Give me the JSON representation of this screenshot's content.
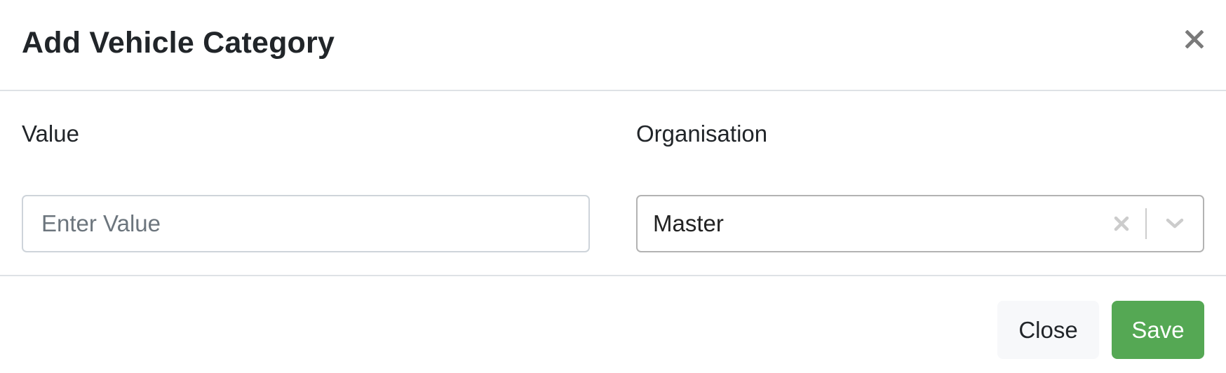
{
  "modal": {
    "title": "Add Vehicle Category",
    "close_icon": "close-icon"
  },
  "form": {
    "value_field": {
      "label": "Value",
      "placeholder": "Enter Value",
      "value": ""
    },
    "organisation_field": {
      "label": "Organisation",
      "selected": "Master",
      "clear_icon": "clear-icon",
      "dropdown_icon": "chevron-down-icon"
    }
  },
  "footer": {
    "close_label": "Close",
    "save_label": "Save"
  },
  "colors": {
    "save_button": "#55a854",
    "close_button_bg": "#f7f8fa",
    "divider": "#dee2e6",
    "input_border": "#ced4da",
    "select_border": "#b3b3b3",
    "placeholder": "#6c757d"
  }
}
